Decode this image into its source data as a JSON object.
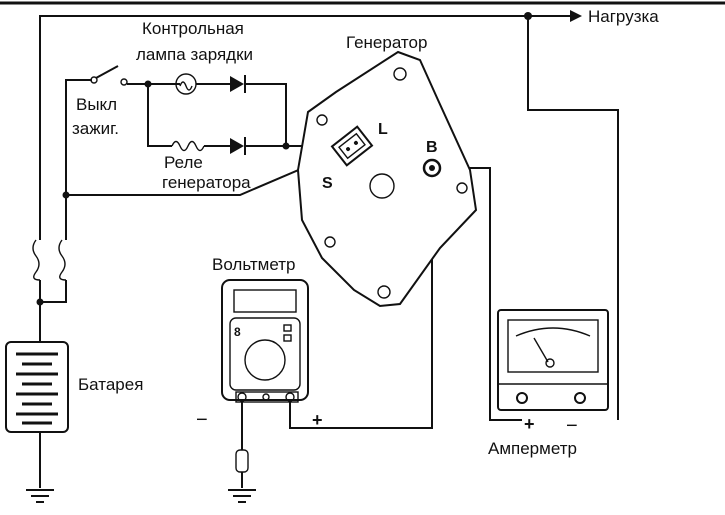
{
  "labels": {
    "load": "Нагрузка",
    "charge_lamp_line1": "Контрольная",
    "charge_lamp_line2": "лампа зарядки",
    "generator": "Генератор",
    "ignition_line1": "Выкл",
    "ignition_line2": "зажиг.",
    "relay_line1": "Реле",
    "relay_line2": "генератора",
    "terminal_l": "L",
    "terminal_s": "S",
    "terminal_b": "B",
    "voltmeter": "Вольтметр",
    "battery": "Батарея",
    "ammeter": "Амперметр",
    "voltmeter_minus": "−",
    "voltmeter_plus": "+",
    "ammeter_plus": "+",
    "ammeter_minus": "−",
    "meter_digit": "8"
  }
}
